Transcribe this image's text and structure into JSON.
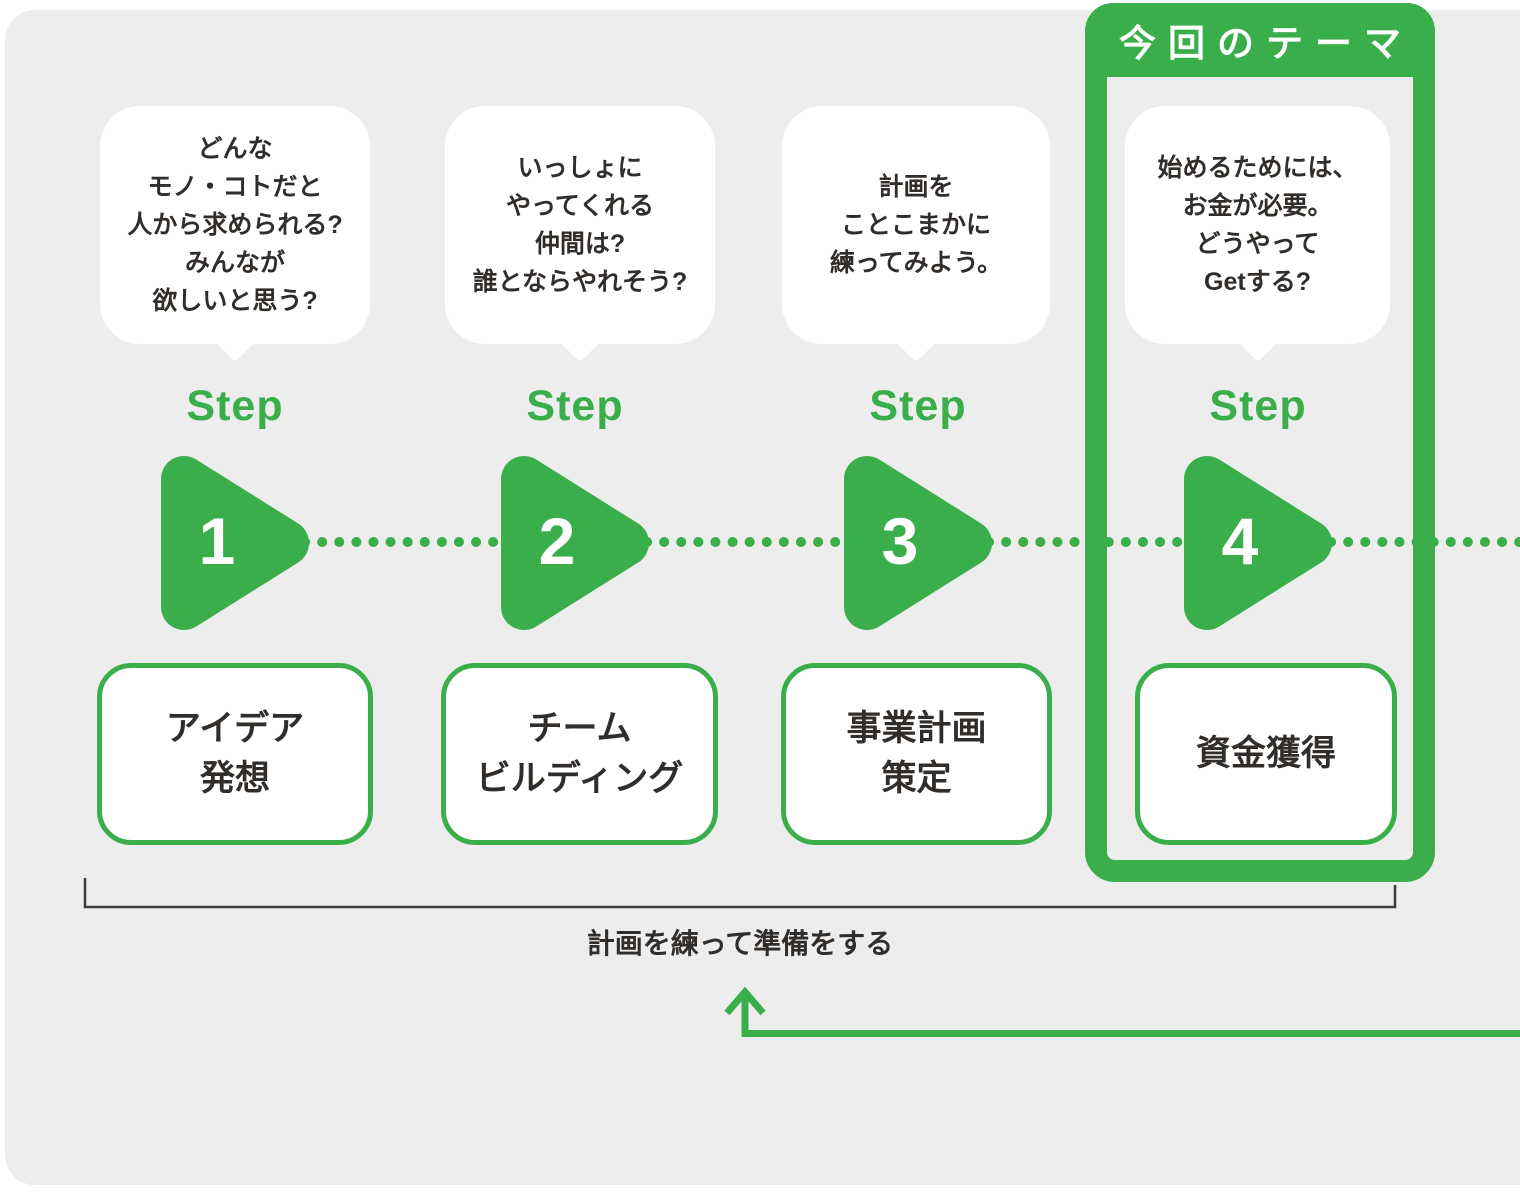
{
  "colors": {
    "green": "#3bae4c",
    "canvas_bg": "#ededed",
    "text_dark": "#312d2a",
    "bracket_line": "#3f3b38",
    "white": "#ffffff"
  },
  "highlight": {
    "label": "今回のテーマ"
  },
  "steps": [
    {
      "step_label": "Step",
      "number": "1",
      "bubble": "どんな\nモノ・コトだと\n人から求められる?\nみんなが\n欲しいと思う?",
      "box_label": "アイデア\n発想"
    },
    {
      "step_label": "Step",
      "number": "2",
      "bubble": "いっしょに\nやってくれる\n仲間は?\n誰とならやれそう?",
      "box_label": "チーム\nビルディング"
    },
    {
      "step_label": "Step",
      "number": "3",
      "bubble": "計画を\nことこまかに\n練ってみよう。",
      "box_label": "事業計画\n策定"
    },
    {
      "step_label": "Step",
      "number": "4",
      "bubble": "始めるためには、\nお金が必要。\nどうやって\nGetする?",
      "box_label": "資金獲得",
      "highlighted": true
    }
  ],
  "bracket": {
    "label": "計画を練って準備をする"
  }
}
